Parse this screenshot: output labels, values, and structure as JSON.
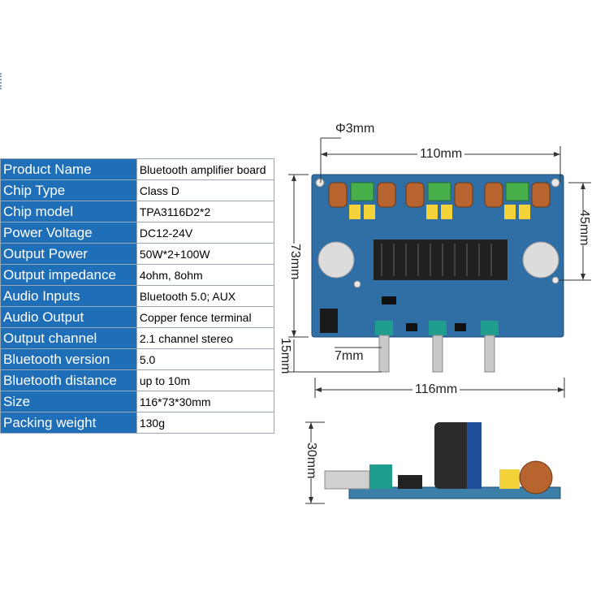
{
  "specs": [
    {
      "label": "Product Name",
      "value": "Bluetooth amplifier board"
    },
    {
      "label": "Chip Type",
      "value": "Class D"
    },
    {
      "label": "Chip model",
      "value": "TPA3116D2*2"
    },
    {
      "label": "Power Voltage",
      "value": "DC12-24V"
    },
    {
      "label": "Output Power",
      "value": "50W*2+100W"
    },
    {
      "label": "Output impedance",
      "value": "4ohm, 8ohm"
    },
    {
      "label": "Audio Inputs",
      "value": "Bluetooth 5.0; AUX"
    },
    {
      "label": "Audio Output",
      "value": "Copper fence terminal"
    },
    {
      "label": "Output channel",
      "value": "2.1 channel stereo"
    },
    {
      "label": "Bluetooth version",
      "value": "5.0"
    },
    {
      "label": "Bluetooth distance",
      "value": "up to 10m"
    },
    {
      "label": "Size",
      "value": "116*73*30mm"
    },
    {
      "label": "Packing weight",
      "value": "130g"
    }
  ],
  "dimensions": {
    "hole": "Φ3mm",
    "top_width": "110mm",
    "height_right": "45mm",
    "height_left": "73mm",
    "knob_height": "15mm",
    "knob_offset": "7mm",
    "total_width": "116mm",
    "side_height": "30mm"
  },
  "colors": {
    "spec_label_bg": "#1f6fb8",
    "pcb": "#2f6fa6",
    "heatsink": "#202020"
  }
}
